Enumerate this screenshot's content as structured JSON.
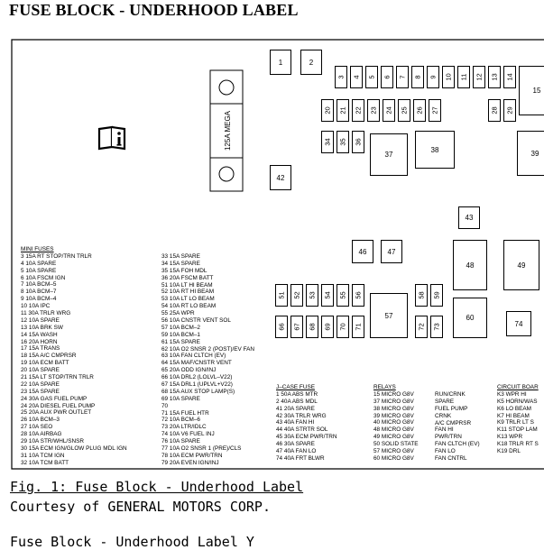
{
  "title": "FUSE BLOCK - UNDERHOOD LABEL",
  "mega_fuse_label": "125A MEGA",
  "caption": {
    "figure": "Fig. 1: Fuse Block - Underhood Label",
    "courtesy": "Courtesy of GENERAL MOTORS CORP.",
    "next_line": "Fuse Block - Underhood Label Y"
  },
  "boxes": [
    "1",
    "2",
    "3",
    "4",
    "5",
    "6",
    "7",
    "8",
    "9",
    "10",
    "11",
    "12",
    "13",
    "14",
    "15",
    "20",
    "21",
    "22",
    "23",
    "24",
    "25",
    "26",
    "27",
    "28",
    "29",
    "34",
    "35",
    "36",
    "37",
    "38",
    "39",
    "42",
    "43",
    "46",
    "47",
    "48",
    "49",
    "51",
    "52",
    "53",
    "54",
    "55",
    "56",
    "57",
    "58",
    "59",
    "60",
    "66",
    "67",
    "68",
    "69",
    "70",
    "71",
    "72",
    "73",
    "74"
  ],
  "mini_fuses": {
    "header": "MINI FUSES",
    "col1": [
      "3  15A  RT STOP/TRN TRLR",
      "4  10A  SPARE",
      "5  10A  SPARE",
      "6  10A  FSCM IGN",
      "7  10A  BCM–5",
      "8  10A  BCM–7",
      "9  10A  BCM–4",
      "10  10A  IPC",
      "11  30A  TRLR WRG",
      "12  10A  SPARE",
      "13  10A  BRK SW",
      "14  15A  WASH",
      "16  20A  HORN",
      "17  15A  TRANS",
      "18  15A  A/C CMPRSR",
      "19  10A  ECM BATT",
      "20  10A  SPARE",
      "21  15A  LT STOP/TRN TRLR",
      "22  10A  SPARE",
      "23  15A  SPARE",
      "24  30A  GAS FUEL PUMP",
      "24  20A  DIESEL FUEL PUMP",
      "25  20A  AUX PWR OUTLET",
      "26  10A  BCM–3",
      "27  10A  SEO",
      "28  10A  AIRBAG",
      "29  10A  STR/WHL/SNSR",
      "30  15A  ECM IGN/GLOW PLUG MDL IGN",
      "31  10A  TCM IGN",
      "32  10A  TCM BATT"
    ],
    "col2": [
      "33  15A  SPARE",
      "34  15A  SPARE",
      "35  15A  FOH MDL",
      "36  20A  FSCM BATT",
      "51  10A  LT HI BEAM",
      "52  10A  RT HI BEAM",
      "53  10A  LT LO BEAM",
      "54  10A  RT LO BEAM",
      "55  25A  WPR",
      "56  10A  CNSTR VENT SOL",
      "57  10A  BCM–2",
      "59  10A  BCM–1",
      "61  15A  SPARE",
      "62  10A  O2 SNSR 2 (POST)/EV FAN",
      "63  10A  FAN CLTCH (EV)",
      "64  15A  MAF/CNSTR VENT",
      "65  20A  ODD IGN/INJ",
      "66  10A  DRL2 (LOLVL–V22)",
      "67  15A  DRL1 (UPLVL+V22)",
      "68  15A  AUX STOP LAMP(S)",
      "69  10A  SPARE",
      "70",
      "71  15A  FUEL HTR",
      "72  10A  BCM–6",
      "73  20A  LTR/IDLC",
      "74  10A  V6 FUEL INJ",
      "76  10A  SPARE",
      "77  10A  O2 SNSR 1 (PRE)/CLS",
      "78  10A  ECM PWR/TRN",
      "79  20A  EVEN IGN/INJ"
    ]
  },
  "jcase_fuses": {
    "header": "J–CASE FUSE",
    "items": [
      "1  50A  ABS MTR",
      "2  40A  ABS MDL",
      "41  20A  SPARE",
      "42  30A  TRLR WRG",
      "43  40A  FAN HI",
      "44  40A  STRTR SOL",
      "45  30A  ECM PWR/TRN",
      "46  30A  SPARE",
      "47  40A  FAN LO",
      "74  40A  FRT BLWR"
    ]
  },
  "relays": {
    "header": "RELAYS",
    "codes": [
      "15  MICRO G8V",
      "37  MICRO G8V",
      "38  MICRO G8V",
      "39  MICRO G8V",
      "40  MICRO G8V",
      "48  MICRO G8V",
      "49  MICRO G8V",
      "50  SOLID STATE",
      "57  MICRO G8V",
      "60  MICRO G8V"
    ],
    "names": [
      "RUN/CRNK",
      "SPARE",
      "FUEL PUMP",
      "CRNK",
      "A/C CMPRSR",
      "FAN HI",
      "PWR/TRN",
      "FAN CLTCH (EV)",
      "FAN LO",
      "FAN CNTRL"
    ]
  },
  "circuit_board": {
    "header": "CIRCUIT BOAR",
    "items": [
      "K3  WPR HI",
      "K5  HORN/WAS",
      "K6  LO BEAM",
      "K7  HI BEAM",
      "K9  TRLR LT S",
      "K11  STOP LAM",
      "K13  WPR",
      "K18  TRLR RT S",
      "K19  DRL"
    ]
  }
}
